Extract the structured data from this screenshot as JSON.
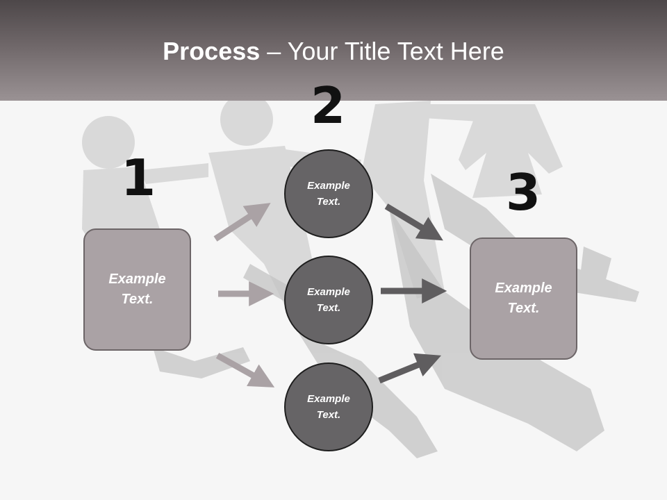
{
  "title": {
    "bold": "Process",
    "rest": " – Your Title Text Here"
  },
  "steps": [
    {
      "number": "1",
      "label": "Example\nText."
    },
    {
      "number": "2"
    },
    {
      "number": "3",
      "label": "Example\nText."
    }
  ],
  "circles": [
    {
      "label": "Example\nText."
    },
    {
      "label": "Example\nText."
    },
    {
      "label": "Example\nText."
    }
  ],
  "colors": {
    "header_dark": "#4d4749",
    "box_fill": "#aaa2a5",
    "circle_fill": "#666466",
    "arrow_light": "#aaa2a5",
    "arrow_dark": "#5f5d5f",
    "silhouette": "#d2d2d2"
  }
}
